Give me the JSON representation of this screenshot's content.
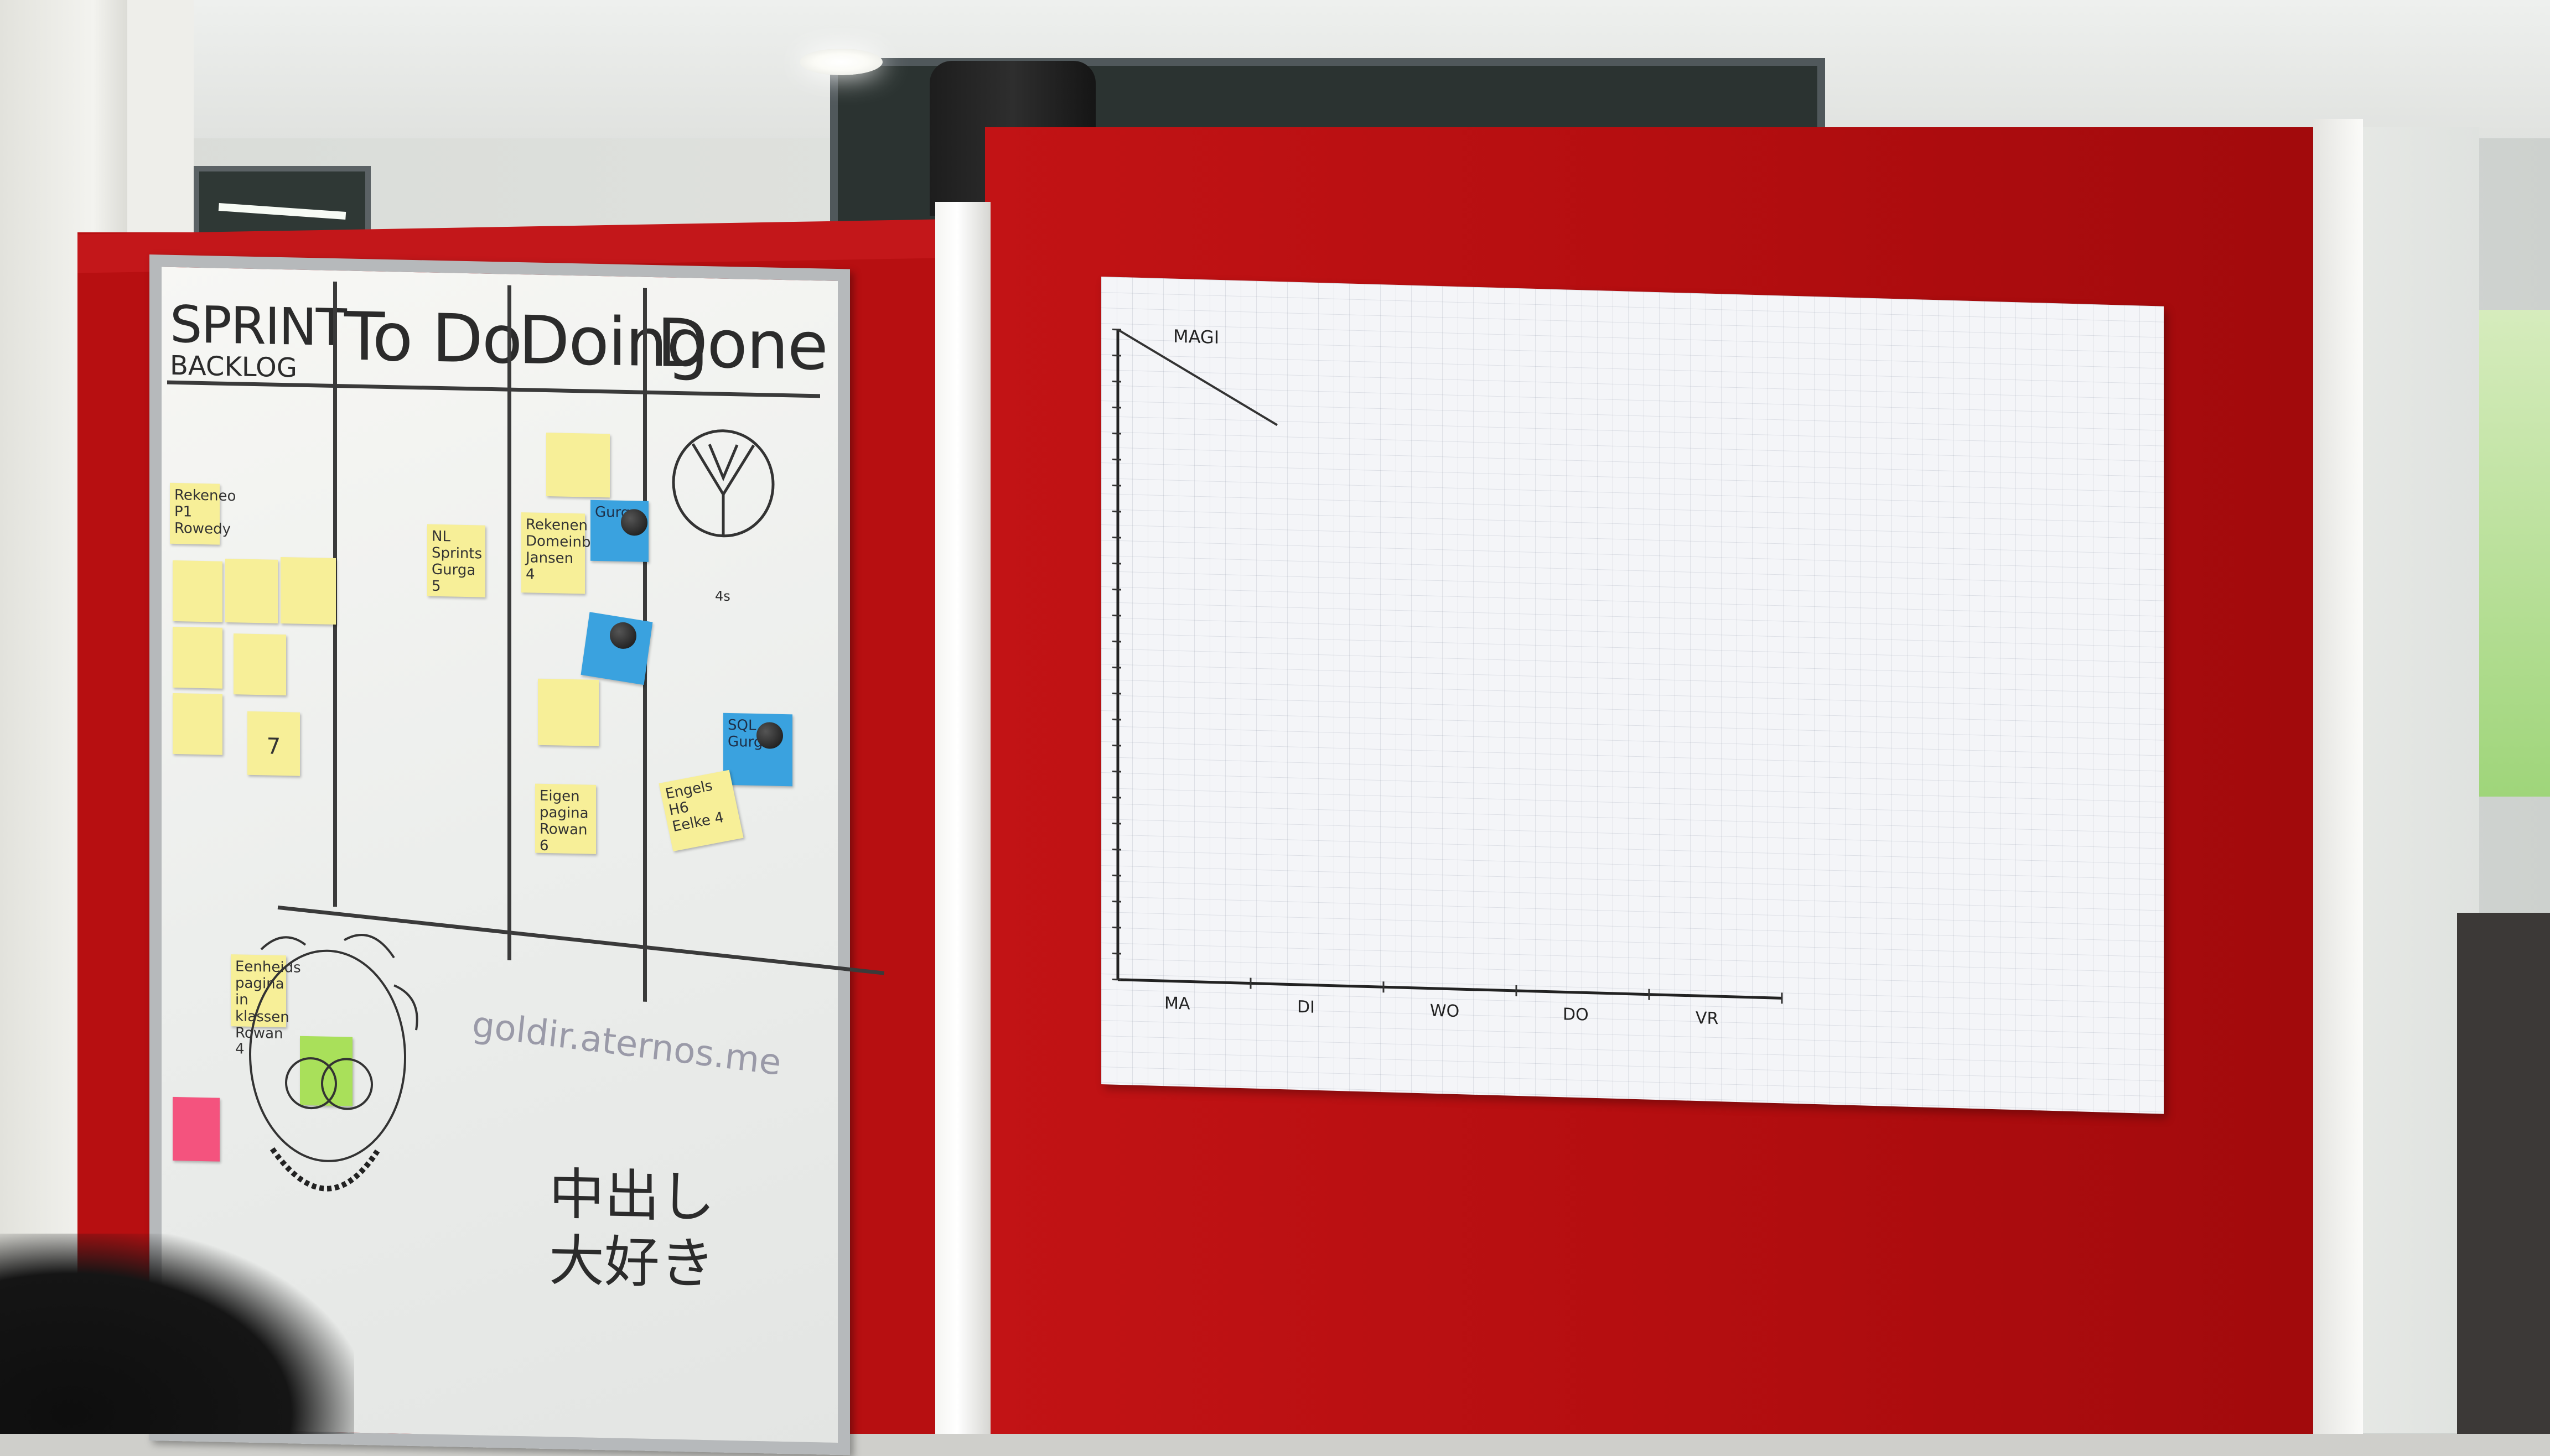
{
  "scene": {
    "description_free": true
  },
  "whiteboard": {
    "columns": [
      {
        "title": "SPRINT",
        "subtitle": "BACKLOG"
      },
      {
        "title": "To Do",
        "subtitle": ""
      },
      {
        "title": "Doing",
        "subtitle": ""
      },
      {
        "title": "Done",
        "subtitle": ""
      }
    ],
    "notes": {
      "backlog_1": "Rekeneo P1 Rowedy",
      "backlog_7": "7",
      "todo_1": "NL Sprints Gurga 5",
      "doing_1": "Rekenen Domeinbeeld Jansen 4",
      "doing_blue": "Gurga",
      "doing_2": "Eigen pagina Rowan 6",
      "done_1": "Engels H6 Eelke 4",
      "done_blue": "SQL Gurga",
      "bottom_1": "Eenheids pagina in klassen Rowan 4"
    },
    "doodle_number": "4s",
    "url_text": "goldir.aternos.me",
    "japanese_line1": "中出し",
    "japanese_line2": "大好き"
  },
  "chart_data": {
    "type": "line",
    "title": "MAGI",
    "xlabel": "",
    "ylabel": "",
    "categories": [
      "MA",
      "DI",
      "WO",
      "DO",
      "VR"
    ],
    "ylim": [
      0,
      500
    ],
    "series": [
      {
        "values": [
          500,
          430
        ]
      }
    ],
    "grid": true
  }
}
